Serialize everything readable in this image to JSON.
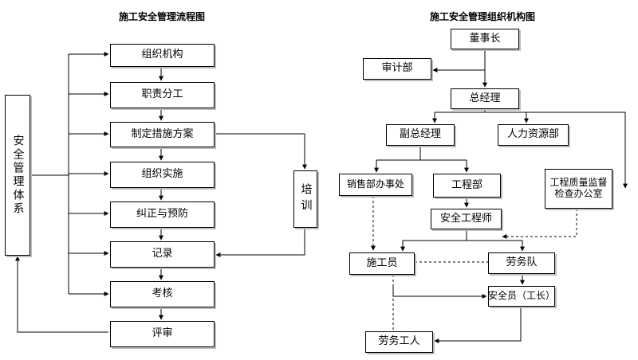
{
  "flow": {
    "title": "施工安全管理流程图",
    "steps": {
      "organization": "组织机构",
      "duties": "职责分工",
      "measures": "制定措施方案",
      "implement": "组织实施",
      "correct": "纠正与预防",
      "record": "记录",
      "assess": "考核",
      "review": "评审"
    },
    "system_label": "安全管理体系",
    "training_label": "培训"
  },
  "org": {
    "title": "施工安全管理组织机构图",
    "nodes": {
      "chairman": "董事长",
      "audit": "审计部",
      "gm": "总经理",
      "deputy_gm": "副总经理",
      "hr": "人力资源部",
      "sales": "销售部办事处",
      "engineering": "工程部",
      "qc_line1": "工程质量监督",
      "qc_line2": "检查办公室",
      "safety_engineer": "安全工程师",
      "constructor": "施工员",
      "labor_team": "劳务队",
      "safety_officer": "安全员（工长）",
      "workers": "劳务工人"
    }
  }
}
